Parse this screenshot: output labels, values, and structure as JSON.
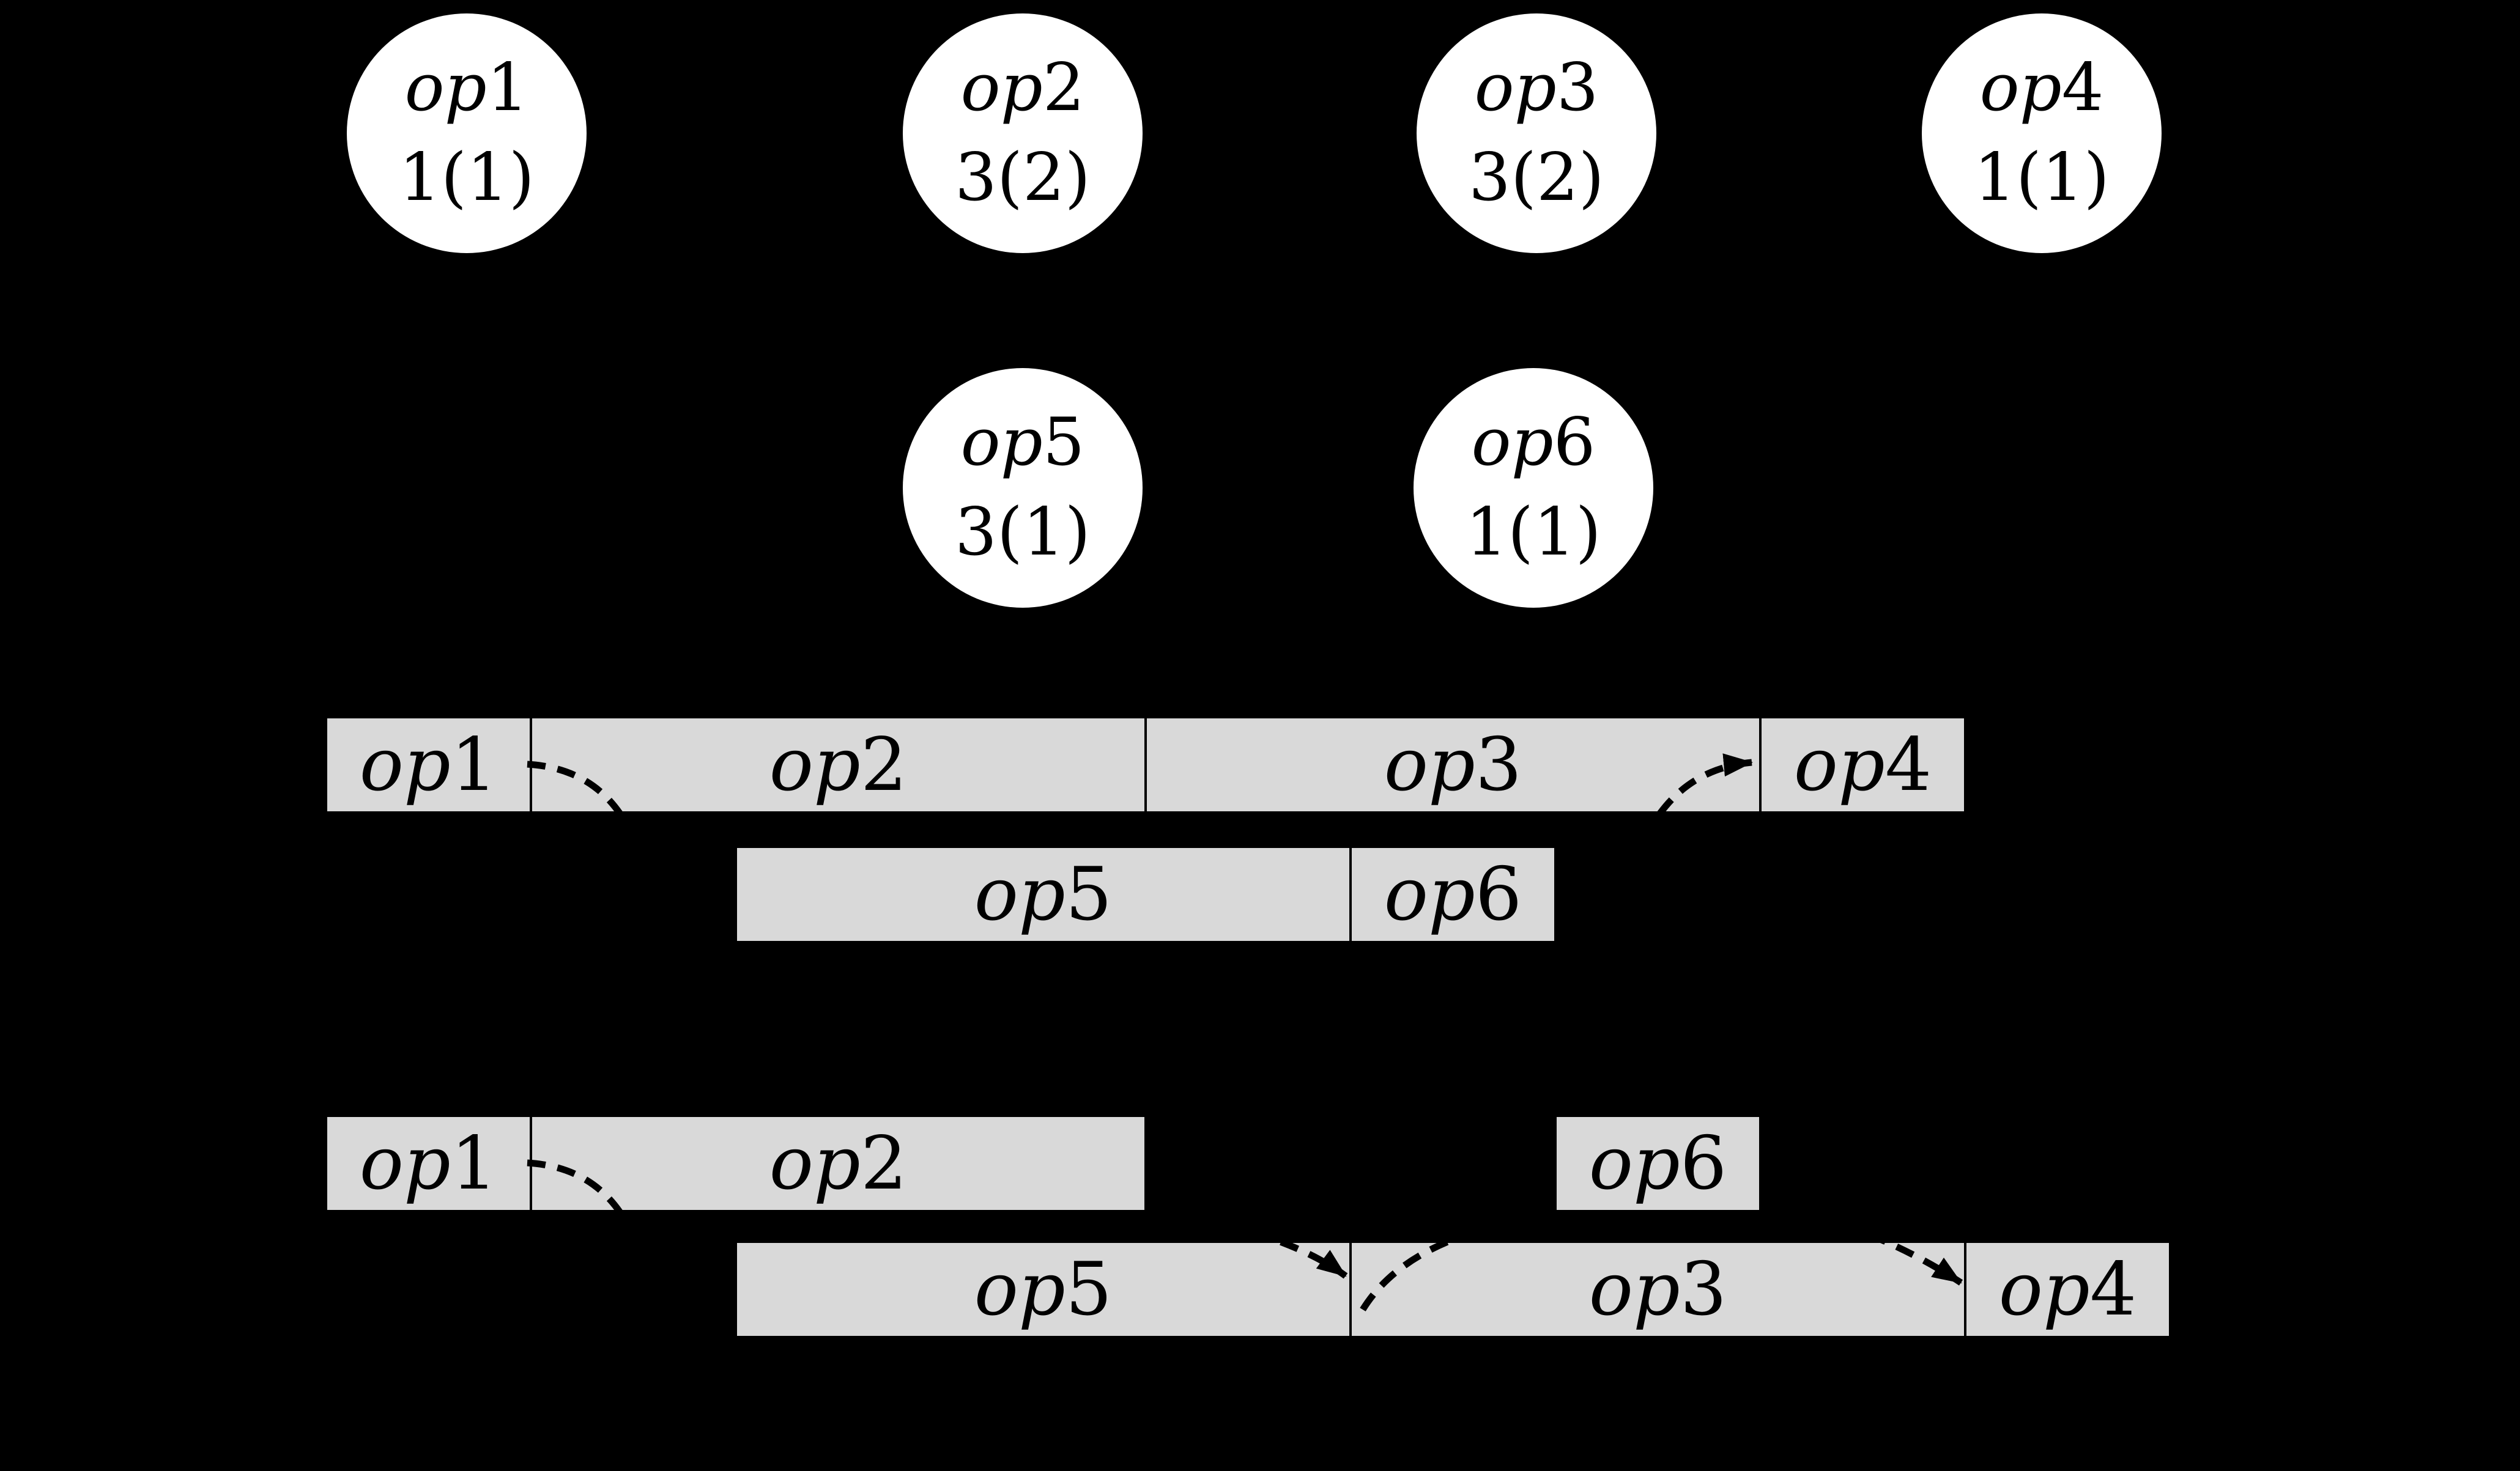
{
  "colors": {
    "background": "#000000",
    "node_fill": "#ffffff",
    "node_text": "#000000",
    "bar_fill": "#d9d9d9",
    "bar_border": "#000000",
    "line": "#000000"
  },
  "dag": {
    "nodes": [
      {
        "id": "op1",
        "label_prefix": "op",
        "label_num": "1",
        "annotation": "1(1)"
      },
      {
        "id": "op2",
        "label_prefix": "op",
        "label_num": "2",
        "annotation": "3(2)"
      },
      {
        "id": "op3",
        "label_prefix": "op",
        "label_num": "3",
        "annotation": "3(2)"
      },
      {
        "id": "op4",
        "label_prefix": "op",
        "label_num": "4",
        "annotation": "1(1)"
      },
      {
        "id": "op5",
        "label_prefix": "op",
        "label_num": "5",
        "annotation": "3(1)"
      },
      {
        "id": "op6",
        "label_prefix": "op",
        "label_num": "6",
        "annotation": "1(1)"
      }
    ]
  },
  "schedules": [
    {
      "id": "schedule-1",
      "rows": [
        {
          "bars": [
            {
              "id": "op1",
              "label_prefix": "op",
              "label_num": "1",
              "start": 0,
              "end": 1
            },
            {
              "id": "op2",
              "label_prefix": "op",
              "label_num": "2",
              "start": 1,
              "end": 4
            },
            {
              "id": "op3",
              "label_prefix": "op",
              "label_num": "3",
              "start": 4,
              "end": 7
            },
            {
              "id": "op4",
              "label_prefix": "op",
              "label_num": "4",
              "start": 7,
              "end": 8
            }
          ]
        },
        {
          "bars": [
            {
              "id": "op5",
              "label_prefix": "op",
              "label_num": "5",
              "start": 2,
              "end": 5
            },
            {
              "id": "op6",
              "label_prefix": "op",
              "label_num": "6",
              "start": 5,
              "end": 6
            }
          ]
        }
      ],
      "arcs": [
        {
          "from": "op1",
          "to": "op5",
          "arrow_visible": false
        },
        {
          "from": "op6",
          "to": "op4",
          "arrow_visible": true
        }
      ]
    },
    {
      "id": "schedule-2",
      "rows": [
        {
          "bars": [
            {
              "id": "op1",
              "label_prefix": "op",
              "label_num": "1",
              "start": 0,
              "end": 1
            },
            {
              "id": "op2",
              "label_prefix": "op",
              "label_num": "2",
              "start": 1,
              "end": 4
            },
            {
              "id": "op6",
              "label_prefix": "op",
              "label_num": "6",
              "start": 6,
              "end": 7
            }
          ]
        },
        {
          "bars": [
            {
              "id": "op5",
              "label_prefix": "op",
              "label_num": "5",
              "start": 2,
              "end": 5
            },
            {
              "id": "op3",
              "label_prefix": "op",
              "label_num": "3",
              "start": 5,
              "end": 8
            },
            {
              "id": "op4",
              "label_prefix": "op",
              "label_num": "4",
              "start": 8,
              "end": 9
            }
          ]
        }
      ],
      "arcs": [
        {
          "from": "op1",
          "to": "op5",
          "arrow_visible": false
        },
        {
          "from": "op2",
          "to": "op3",
          "arrow_visible": true
        },
        {
          "from": "op5",
          "to": "op6",
          "arrow_visible": true
        },
        {
          "from": "op6",
          "to": "op4",
          "arrow_visible": true
        }
      ]
    }
  ]
}
